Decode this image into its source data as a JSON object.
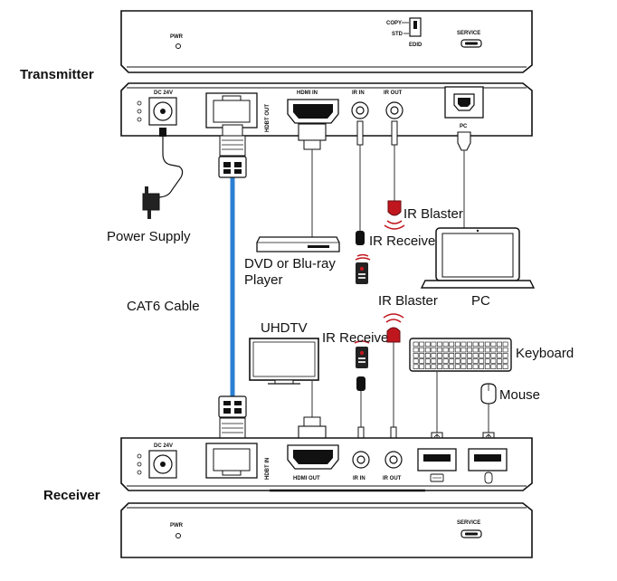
{
  "labels": {
    "transmitter": "Transmitter",
    "receiver": "Receiver",
    "power_supply": "Power Supply",
    "dvd_line1": "DVD or Blu-ray",
    "dvd_line2": "Player",
    "cat6": "CAT6 Cable",
    "uhdtv": "UHDTV",
    "ir_blaster_tx": "IR Blaster",
    "ir_receiver_tx": "IR Receiver",
    "pc": "PC",
    "ir_blaster_rx": "IR Blaster",
    "ir_receiver_rx": "IR Receiver",
    "keyboard": "Keyboard",
    "mouse": "Mouse"
  },
  "transmitter_top": {
    "pwr": "PWR",
    "copy": "COPY",
    "std": "STD",
    "edid": "EDID",
    "service": "SERVICE"
  },
  "transmitter_front": {
    "dc": "DC 24V",
    "hdbt_out": "HDBT OUT",
    "hdmi_in": "HDMI IN",
    "ir_in": "IR IN",
    "ir_out": "IR OUT",
    "pc": "PC"
  },
  "receiver_front": {
    "dc": "DC 24V",
    "hdbt_in": "HDBT IN",
    "hdmi_out": "HDMI OUT",
    "ir_in": "IR IN",
    "ir_out": "IR OUT"
  },
  "receiver_bottom": {
    "pwr": "PWR",
    "service": "SERVICE"
  },
  "colors": {
    "cat6": "#2b7fd1",
    "ir_red": "#c0171f"
  }
}
